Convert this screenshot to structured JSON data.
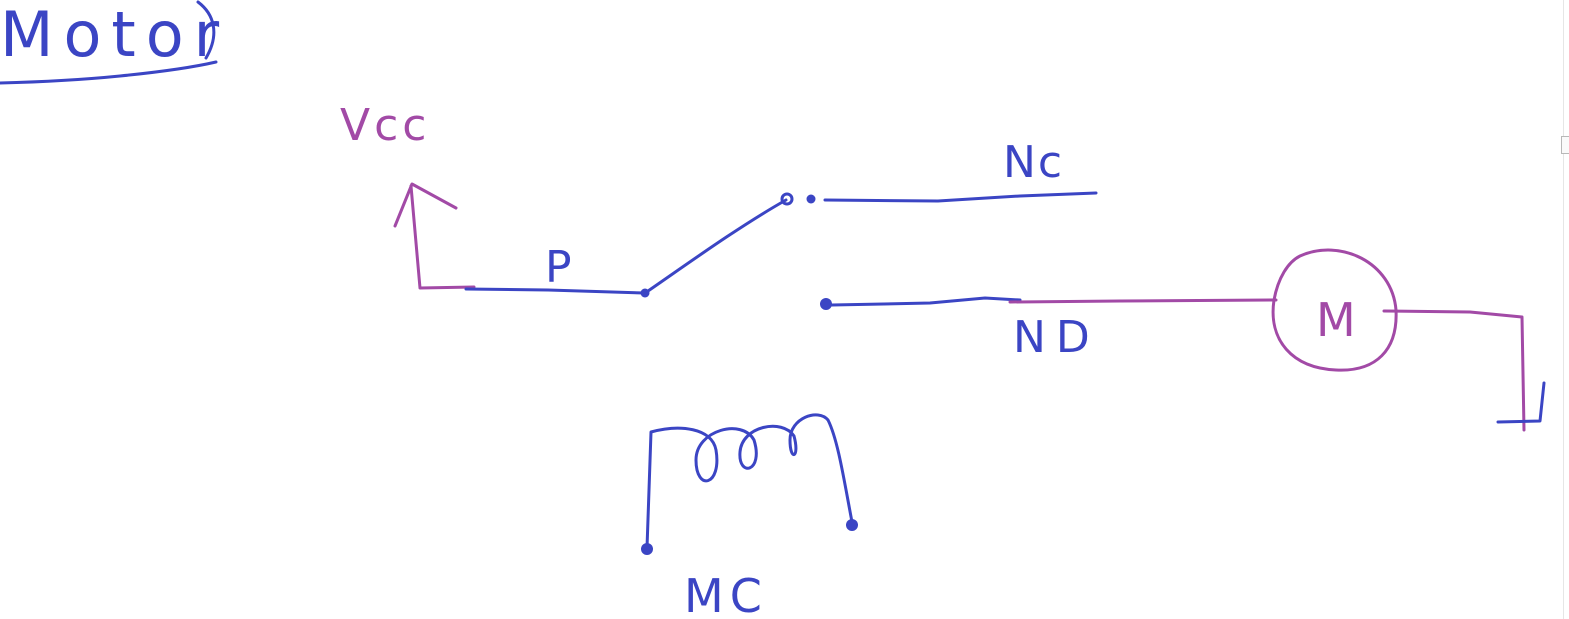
{
  "colors": {
    "ink_blue": "#3b45c4",
    "ink_purple": "#a24aa6",
    "background": "#ffffff"
  },
  "labels": {
    "title": "Motor",
    "vcc": "Vcc",
    "common": "P",
    "normally_closed": "Nc",
    "normally_open": "ND",
    "motor": "M",
    "coil": "MC"
  }
}
